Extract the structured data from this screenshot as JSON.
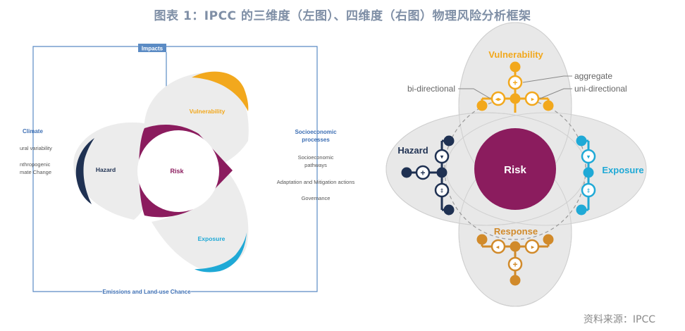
{
  "title": "图表 1：IPCC 的三维度（左图）、四维度（右图）物理风险分析框架",
  "source": "资料来源：IPCC",
  "left": {
    "impacts": "Impacts",
    "climate": "Climate",
    "climate_items": [
      "ural variability",
      "nthropogenic",
      "mate Change"
    ],
    "socio_title_1": "Socioeconomic",
    "socio_title_2": "processes",
    "socio_items": [
      "Socioeconomic",
      "pathways",
      "Adaptation and Mitigation actions",
      "Governance"
    ],
    "emissions": "Emissions and Land-use Chance",
    "hazard": "Hazard",
    "risk": "Risk",
    "vulnerability": "Vulnerability",
    "exposure": "Exposure"
  },
  "right": {
    "vulnerability": "Vulnerability",
    "hazard": "Hazard",
    "risk": "Risk",
    "exposure": "Exposure",
    "response": "Response",
    "aggregate": "aggregate",
    "bi_directional": "bi-directional",
    "uni_directional": "uni-directional"
  },
  "colors": {
    "hazard": "#1f3152",
    "vulnerability": "#f2a81d",
    "exposure": "#1fa9d6",
    "risk": "#8b1c5e",
    "response": "#d18a2a",
    "frame": "#5b8bc4",
    "petal": "#ececec"
  }
}
